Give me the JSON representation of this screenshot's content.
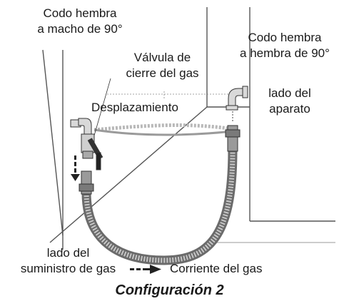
{
  "labels": {
    "elbow_male": [
      "Codo hembra",
      "a macho de 90°"
    ],
    "valve": [
      "Válvula de",
      "cierre del gas"
    ],
    "elbow_female": [
      "Codo hembra",
      "a hembra de 90°"
    ],
    "appliance_side": [
      "lado del",
      "aparato"
    ],
    "displacement": "Desplazamiento",
    "supply_side": [
      "lado del",
      "suministro de gas"
    ],
    "gas_flow": "Corriente del gas"
  },
  "caption": "Configuración 2"
}
